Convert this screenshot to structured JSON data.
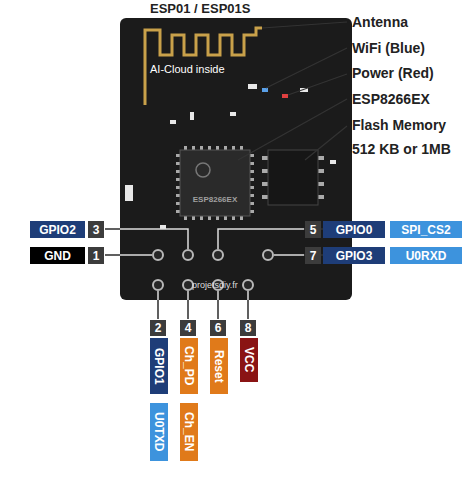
{
  "diagram": {
    "title": "ESP01 / ESP01S",
    "nodes": [
      {
        "text": [
          "AI-Cloud inside",
          "projetsdiy.fr"
        ]
      },
      {
        "text": [
          "ESP8266EX"
        ],
        "in": 0
      },
      {
        "text": [
          "GPIO2"
        ]
      },
      {
        "text": [
          "3"
        ]
      },
      {
        "text": [
          "GND"
        ]
      },
      {
        "text": [
          "1"
        ]
      },
      {
        "text": [
          "5"
        ]
      },
      {
        "text": [
          "GPIO0"
        ]
      },
      {
        "text": [
          "SPI_CS2"
        ]
      },
      {
        "text": [
          "7"
        ]
      },
      {
        "text": [
          "GPIO3"
        ]
      },
      {
        "text": [
          "U0RXD"
        ]
      },
      {
        "text": [
          "2"
        ]
      },
      {
        "text": [
          "GPIO1"
        ]
      },
      {
        "text": [
          "U0TXD"
        ]
      },
      {
        "text": [
          "4"
        ]
      },
      {
        "text": [
          "Ch_PD"
        ]
      },
      {
        "text": [
          "Ch_EN"
        ]
      },
      {
        "text": [
          "6"
        ]
      },
      {
        "text": [
          "Reset"
        ]
      },
      {
        "text": [
          "8"
        ]
      },
      {
        "text": [
          "VCC"
        ]
      }
    ],
    "labels": [
      "Antenna",
      "WiFi (Blue)",
      "Power (Red)",
      "ESP8266EX",
      "Flash Memory",
      "512 KB or 1MB"
    ]
  }
}
